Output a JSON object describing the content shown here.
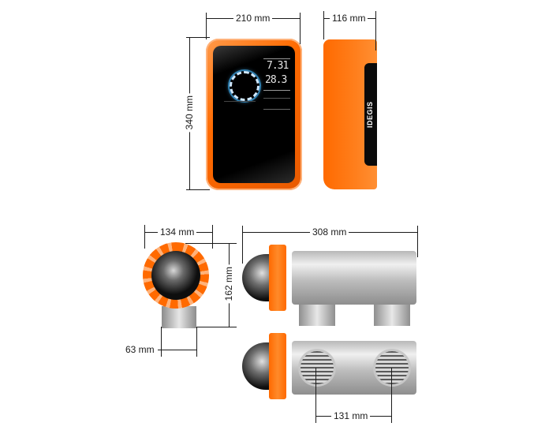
{
  "diagram": {
    "title": "",
    "device_brand": "IDEGIS",
    "display": {
      "value_top": "7.31",
      "value_bottom": "28.3"
    },
    "dimensions": {
      "control_width": "210 mm",
      "control_depth": "116 mm",
      "control_height": "340 mm",
      "cell_end_diameter": "134 mm",
      "cell_height": "162 mm",
      "port_diameter": "63 mm",
      "cell_length": "308 mm",
      "port_spacing": "131 mm"
    },
    "colors": {
      "accent_orange": "#ff6a00",
      "screen_black": "#000000",
      "metal_gray": "#bdbdbd",
      "dimension_line": "#1a1a1a"
    }
  }
}
